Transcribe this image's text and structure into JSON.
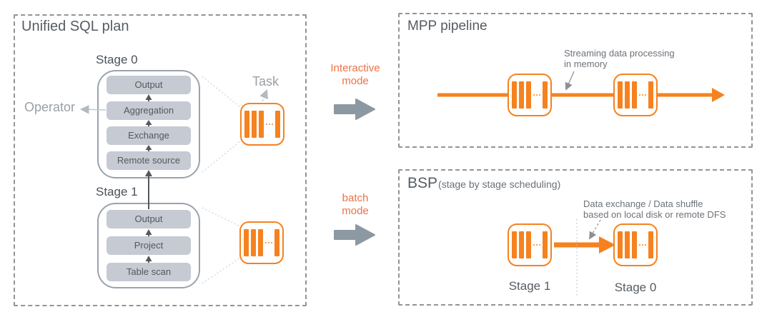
{
  "left_panel": {
    "title": "Unified SQL plan",
    "operator_label": "Operator",
    "task_label": "Task",
    "stage0": {
      "label": "Stage 0",
      "operators": [
        "Output",
        "Aggregation",
        "Exchange",
        "Remote source"
      ]
    },
    "stage1": {
      "label": "Stage 1",
      "operators": [
        "Output",
        "Project",
        "Table scan"
      ]
    }
  },
  "modes": {
    "interactive": {
      "line1": "Interactive",
      "line2": "mode"
    },
    "batch": {
      "line1": "batch",
      "line2": "mode"
    }
  },
  "mpp_panel": {
    "title": "MPP pipeline",
    "annotation": {
      "line1": "Streaming data processing",
      "line2": "in memory"
    }
  },
  "bsp_panel": {
    "title": "BSP",
    "subtitle": "(stage by stage scheduling)",
    "annotation": {
      "line1": "Data exchange / Data shuffle",
      "line2": "based on local disk or remote DFS"
    },
    "stage_labels": [
      "Stage 1",
      "Stage 0"
    ]
  },
  "colors": {
    "orange": "#f5821f",
    "mode_text": "#ee7145",
    "block_arrow": "#8c99a3",
    "operator_box": "#c5cad3",
    "dashed_border": "#8f959b"
  }
}
